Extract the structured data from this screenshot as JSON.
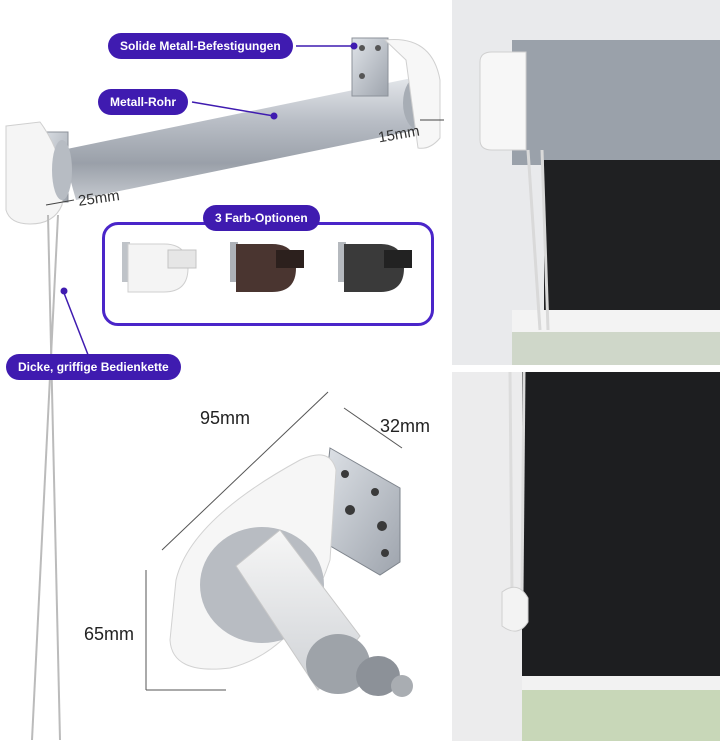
{
  "labels": {
    "mounts": "Solide Metall-Befestigungen",
    "tube": "Metall-Rohr",
    "colors": "3 Farb-Optionen",
    "chain": "Dicke, griffige Bedienkette"
  },
  "dimensions": {
    "right_end": "15mm",
    "left_end": "25mm",
    "width": "95mm",
    "depth": "32mm",
    "height": "65mm"
  },
  "colors": {
    "accent": "#3f1bb0",
    "option_white": "#f4f4f4",
    "option_brown": "#4a3530",
    "option_anthracite": "#3a3a3a"
  }
}
